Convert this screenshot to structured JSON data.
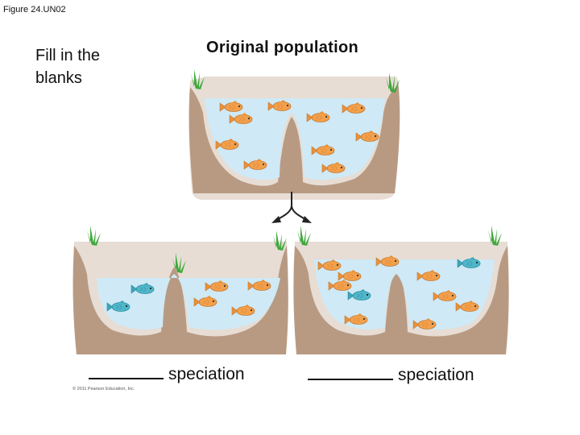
{
  "figure_label": "Figure 24.UN02",
  "prompt": [
    "Fill in the",
    "blanks"
  ],
  "title": "Original population",
  "captions": {
    "left": "speciation",
    "right": "speciation"
  },
  "copyright": "© 2011 Pearson Education, Inc.",
  "colors": {
    "water": "#cfe9f6",
    "sediment": "#b89a83",
    "grass": "#3fa83c",
    "orange_fish": "#f2a04b",
    "teal_fish": "#4fb7c9"
  }
}
